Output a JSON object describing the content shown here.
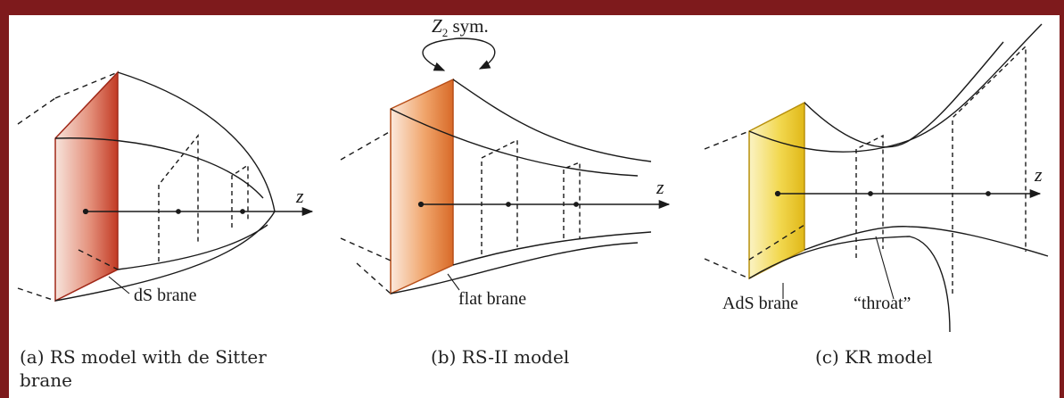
{
  "panels": {
    "a": {
      "caption_line1": "(a) RS model with de Sitter",
      "caption_line2": "brane",
      "axis_label": "z",
      "brane_label": "dS brane",
      "brane_color": "#c8402c"
    },
    "b": {
      "caption": "(b) RS-II model",
      "axis_label": "z",
      "brane_label": "flat brane",
      "symmetry_var": "Z",
      "symmetry_sub": "2",
      "symmetry_suffix": " sym.",
      "brane_color": "#e0783a"
    },
    "c": {
      "caption": "(c) KR model",
      "axis_label": "z",
      "brane_label": "AdS brane",
      "throat_label": "“throat”",
      "brane_color": "#e8c020"
    }
  },
  "colors": {
    "frame": "#7e1a1c",
    "line": "#1a1a1a"
  }
}
